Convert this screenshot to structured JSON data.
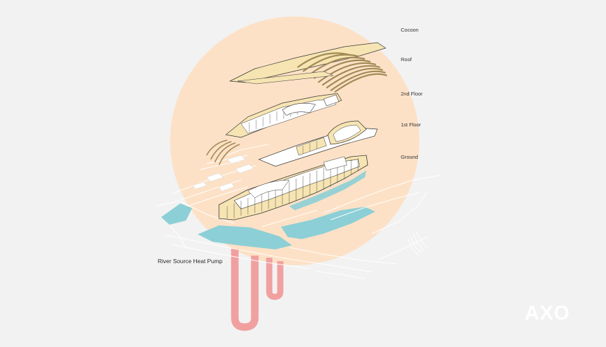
{
  "diagram": {
    "layer_labels": {
      "cocoon": "Cocoon",
      "roof": "Roof",
      "second_floor": "2nd Floor",
      "first_floor": "1st Floor",
      "ground": "Ground"
    },
    "heat_pump_label": "River Source Heat Pump",
    "view_label": "AXO",
    "colors": {
      "background": "#f2f2f3",
      "circle": "#fde1c6",
      "building": "#f6e4b2",
      "roof_ribs": "#a08a55",
      "outline": "#333333",
      "water": "#8ccfd6",
      "heat_pump": "#f1a0a0",
      "site_lines": "#ffffff"
    }
  }
}
